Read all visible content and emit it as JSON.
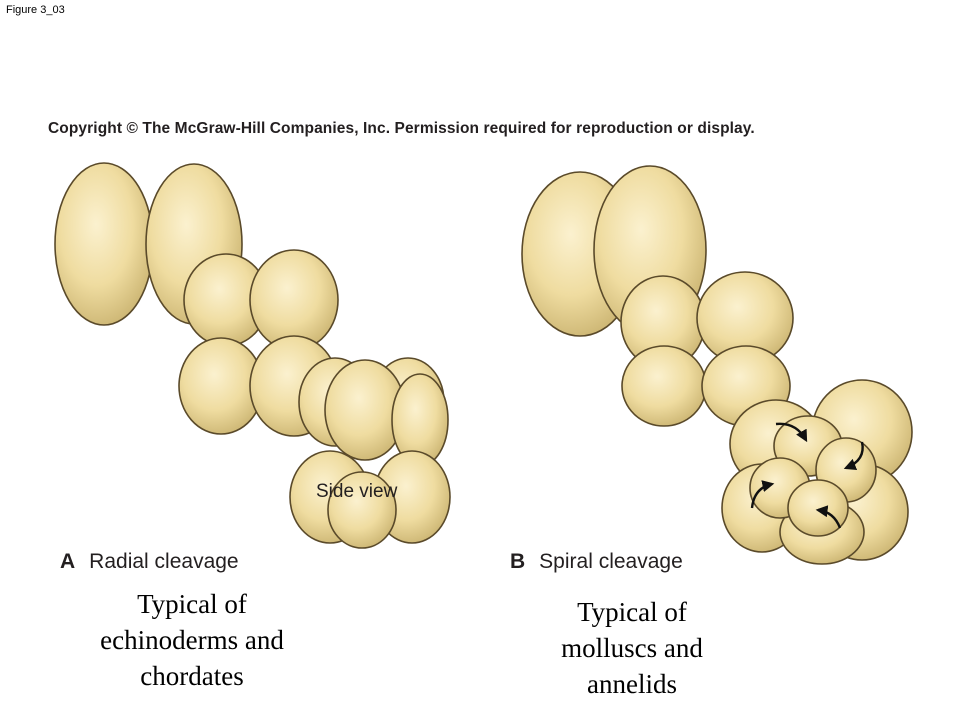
{
  "figure_label": "Figure 3_03",
  "copyright": "Copyright © The McGraw-Hill Companies, Inc. Permission required for reproduction or display.",
  "panel_a": {
    "letter": "A",
    "title": "Radial cleavage",
    "annotation": "Side view",
    "caption_lines": [
      "Typical of",
      "echinoderms and",
      "chordates"
    ]
  },
  "panel_b": {
    "letter": "B",
    "title": "Spiral cleavage",
    "caption_lines": [
      "Typical of",
      "molluscs and",
      "annelids"
    ]
  },
  "colors": {
    "cell_fill": "#f2e0a6",
    "cell_shade": "#c8b070",
    "outline": "#5a4a2a",
    "text": "#231f20"
  }
}
